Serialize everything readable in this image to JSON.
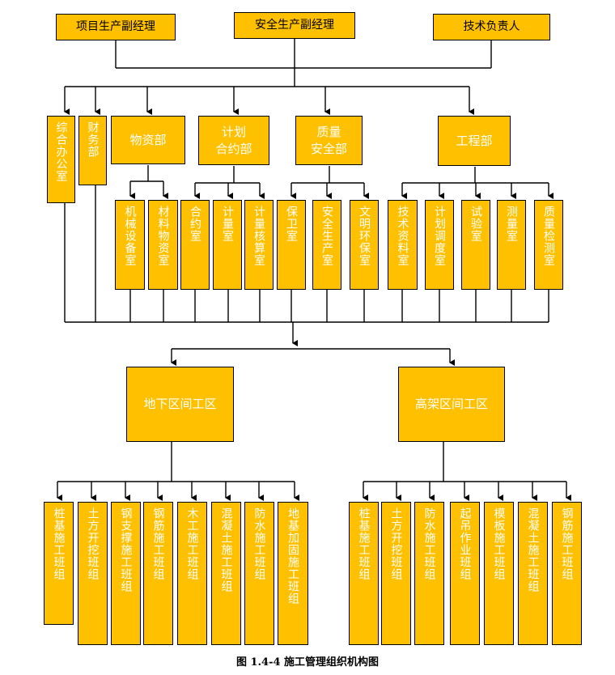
{
  "top_managers": [
    "项目生产副经理",
    "安全生产副经理",
    "技术负责人"
  ],
  "side_departments": [
    "综合办公室",
    "财务部"
  ],
  "departments": [
    {
      "name": "物资部",
      "offices": [
        "机械设备室",
        "材料物资室"
      ]
    },
    {
      "name": "计划\n合约部",
      "offices": [
        "合约室",
        "计量室",
        "计量核算室"
      ]
    },
    {
      "name": "质量\n安全部",
      "offices": [
        "保卫室",
        "安全生产室",
        "文明环保室"
      ]
    },
    {
      "name": "工程部",
      "offices": [
        "技术资料室",
        "计划调度室",
        "试验室",
        "测量室",
        "质量检测室"
      ]
    }
  ],
  "work_zones": [
    {
      "name": "地下区间工区",
      "teams": [
        "桩基施工班组",
        "土方开挖班组",
        "钢支撑施工班组",
        "钢筋施工班组",
        "木工施工班组",
        "混凝土施工班组",
        "防水施工班组",
        "地基加固施工班组"
      ]
    },
    {
      "name": "高架区间工区",
      "teams": [
        "桩基施工班组",
        "土方开挖班组",
        "防水施工班组",
        "起吊作业班组",
        "模板施工班组",
        "混凝土施工班组",
        "钢筋施工班组"
      ]
    }
  ],
  "caption": "图 1.4-4 施工管理组织机构图",
  "colors": {
    "box_fill": "#ffc000",
    "box_border": "#000000",
    "box_text": "#ffffff",
    "line": "#000000"
  }
}
